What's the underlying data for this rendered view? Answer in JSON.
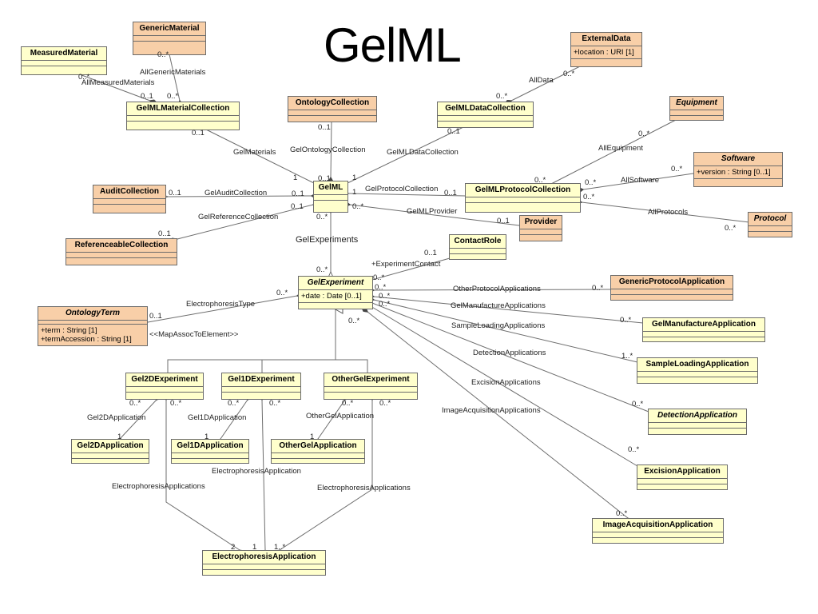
{
  "title": "GelML",
  "classes": {
    "generic_material": {
      "name": "GenericMaterial"
    },
    "measured_material": {
      "name": "MeasuredMaterial"
    },
    "external_data": {
      "name": "ExternalData",
      "attrs": [
        "+location : URI [1]"
      ]
    },
    "gelml_material_collection": {
      "name": "GelMLMaterialCollection"
    },
    "ontology_collection": {
      "name": "OntologyCollection"
    },
    "gelml_data_collection": {
      "name": "GelMLDataCollection"
    },
    "equipment": {
      "name": "Equipment"
    },
    "software": {
      "name": "Software",
      "attrs": [
        "+version : String [0..1]"
      ]
    },
    "audit_collection": {
      "name": "AuditCollection"
    },
    "gelml": {
      "name": "GelML"
    },
    "gelml_protocol_collection": {
      "name": "GelMLProtocolCollection"
    },
    "protocol": {
      "name": "Protocol"
    },
    "provider": {
      "name": "Provider"
    },
    "referenceable_collection": {
      "name": "ReferenceableCollection"
    },
    "contact_role": {
      "name": "ContactRole"
    },
    "gel_experiment": {
      "name": "GelExperiment",
      "attrs": [
        "+date : Date [0..1]"
      ]
    },
    "generic_protocol_application": {
      "name": "GenericProtocolApplication"
    },
    "ontology_term": {
      "name": "OntologyTerm",
      "attrs": [
        "+term : String [1]",
        "+termAccession : String [1]"
      ]
    },
    "gel_manufacture_application": {
      "name": "GelManufactureApplication"
    },
    "sample_loading_application": {
      "name": "SampleLoadingApplication"
    },
    "detection_application": {
      "name": "DetectionApplication"
    },
    "gel2d_experiment": {
      "name": "Gel2DExperiment"
    },
    "gel1d_experiment": {
      "name": "Gel1DExperiment"
    },
    "other_gel_experiment": {
      "name": "OtherGelExperiment"
    },
    "gel2d_application": {
      "name": "Gel2DApplication"
    },
    "gel1d_application": {
      "name": "Gel1DApplication"
    },
    "other_gel_application": {
      "name": "OtherGelApplication"
    },
    "excision_application": {
      "name": "ExcisionApplication"
    },
    "image_acquisition_application": {
      "name": "ImageAcquisitionApplication"
    },
    "electrophoresis_application": {
      "name": "ElectrophoresisApplication"
    }
  },
  "associations": {
    "all_generic_materials": "AllGenericMaterials",
    "all_measured_materials": "AllMeasuredMaterials",
    "all_data": "AllData",
    "gel_materials": "GelMaterials",
    "gel_ontology_collection": "GelOntologyCollection",
    "gelml_data_collection": "GelMLDataCollection",
    "all_equipment": "AllEquipment",
    "all_software": "AllSoftware",
    "gel_audit_collection": "GelAuditCollection",
    "gel_protocol_collection": "GelProtocolCollection",
    "gel_reference_collection": "GelReferenceCollection",
    "gelml_provider": "GelMLProvider",
    "all_protocols": "AllProtocols",
    "gel_experiments": "GelExperiments",
    "experiment_contact": "+ExperimentContact",
    "electrophoresis_type": "ElectrophoresisType",
    "map_assoc": "<<MapAssocToElement>>",
    "other_protocol_applications": "OtherProtocolApplications",
    "gel_manufacture_applications": "GelManufactureApplications",
    "sample_loading_applications": "SampleLoadingApplications",
    "detection_applications": "DetectionApplications",
    "excision_applications": "ExcisionApplications",
    "image_acquisition_applications": "ImageAcquisitionApplications",
    "gel2d_application": "Gel2DApplication",
    "gel1d_application": "Gel1DApplication",
    "other_gel_application": "OtherGelApplication",
    "electrophoresis_applications_1": "ElectrophoresisApplications",
    "electrophoresis_application": "ElectrophoresisApplication",
    "electrophoresis_applications_2": "ElectrophoresisApplications"
  },
  "multiplicities": {
    "gm_top": "0..*",
    "gm_bot": "0..*",
    "mm_top": "0..*",
    "mm_bot": "0..1",
    "ed": "0..*",
    "dc_left": "0..*",
    "mc_right": "0..1",
    "gel_mat": "1",
    "oc": "0..1",
    "gel_oc": "0..1",
    "dc": "0..1",
    "gel_dc": "1",
    "eq": "0..*",
    "pc_eq": "0..*",
    "sw": "0..*",
    "pc_sw": "0..*",
    "ac": "0..1",
    "gel_ac": "0..1",
    "gel_pc": "1",
    "pc_left": "0..1",
    "pr_pc": "0..*",
    "protocol": "0..*",
    "gel_rc": "0..1",
    "rc": "0..1",
    "gel_prov": "0..*",
    "prov": "0..1",
    "gel_exp_top": "0..*",
    "ge_top": "0..*",
    "cr": "0..1",
    "ge_cr": "0..*",
    "ot_ge": "0..*",
    "ot": "0..1",
    "gpa_ge": "0..*",
    "gpa": "0..*",
    "gma_ge": "0..*",
    "gma": "0..*",
    "sla_ge": "0..*",
    "sla": "1..*",
    "da": "0..*",
    "da_ge": "0..*",
    "ea": "0..*",
    "iaa": "0..*",
    "g2_l": "0..*",
    "g2_r": "0..*",
    "g2a": "1",
    "g1_l": "0..*",
    "g1_r": "0..*",
    "g1a": "1",
    "og_l": "0..*",
    "og_r": "0..*",
    "oga": "1",
    "ea_2": "2",
    "ea_1": "1",
    "ea_1s": "1..*"
  },
  "colors": {
    "peach": "#f8cfa8",
    "yellow": "#ffffcc",
    "line": "#6b6b6b"
  }
}
